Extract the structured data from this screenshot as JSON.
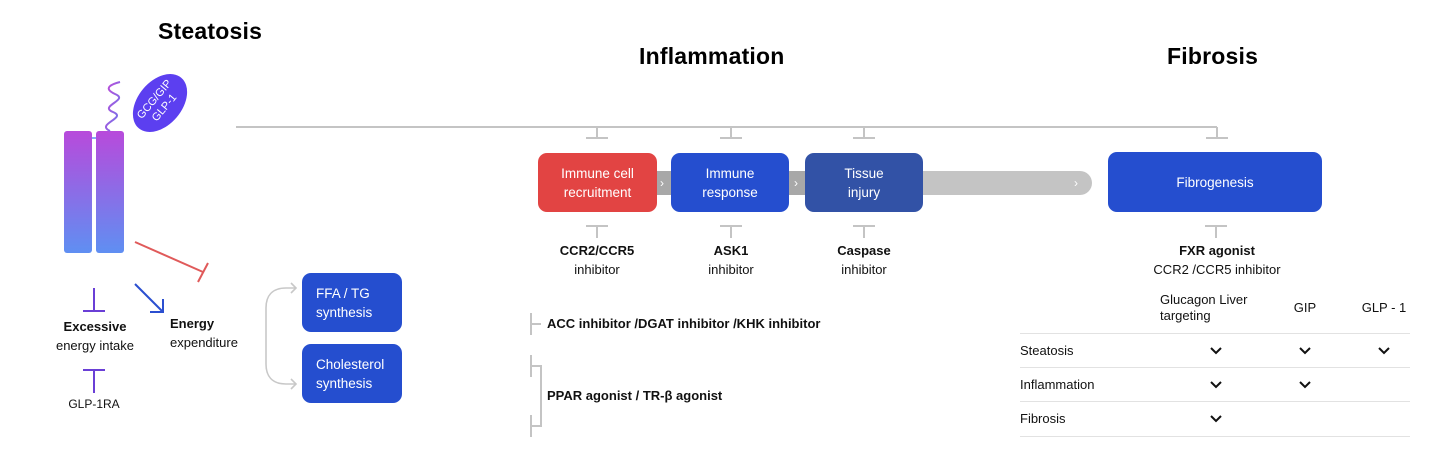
{
  "sections": {
    "steatosis": "Steatosis",
    "inflammation": "Inflammation",
    "fibrosis": "Fibrosis"
  },
  "receptor": {
    "ligand_line1": "GCG/GIP",
    "ligand_line2": "GLP-1"
  },
  "steatosis_panel": {
    "intake_bold": "Excessive",
    "intake_rest": "energy intake",
    "expenditure_bold": "Energy",
    "expenditure_rest": "expenditure",
    "glp1ra": "GLP-1RA",
    "boxes": [
      {
        "line1": "FFA / TG",
        "line2": "synthesis"
      },
      {
        "line1": "Cholesterol",
        "line2": "synthesis"
      }
    ]
  },
  "inflammation_panel": {
    "boxes": [
      {
        "line1": "Immune cell",
        "line2": "recruitment"
      },
      {
        "line1": "Immune",
        "line2": "response"
      },
      {
        "line1": "Tissue",
        "line2": "injury"
      }
    ],
    "inhibitors": [
      {
        "bold": "CCR2/CCR5",
        "rest": "inhibitor"
      },
      {
        "bold": "ASK1",
        "rest": "inhibitor"
      },
      {
        "bold": "Caspase",
        "rest": "inhibitor"
      }
    ],
    "drug_lines": [
      "ACC inhibitor /DGAT inhibitor /KHK inhibitor",
      "PPAR agonist / TR-β agonist"
    ]
  },
  "fibrosis_panel": {
    "box": "Fibrogenesis",
    "agent_bold": "FXR agonist",
    "agent_rest": "CCR2 /CCR5 inhibitor"
  },
  "table": {
    "columns": [
      "Glucagon Liver targeting",
      "GIP",
      "GLP - 1"
    ],
    "rows": [
      {
        "label": "Steatosis",
        "checks": [
          true,
          true,
          true
        ]
      },
      {
        "label": "Inflammation",
        "checks": [
          true,
          true,
          false
        ]
      },
      {
        "label": "Fibrosis",
        "checks": [
          true,
          false,
          false
        ]
      }
    ]
  },
  "colors": {
    "red": "#e24443",
    "blue": "#254ecf",
    "navy": "#3252a6",
    "gray_line": "#c4c4c4",
    "purple": "#6a3fd6"
  }
}
